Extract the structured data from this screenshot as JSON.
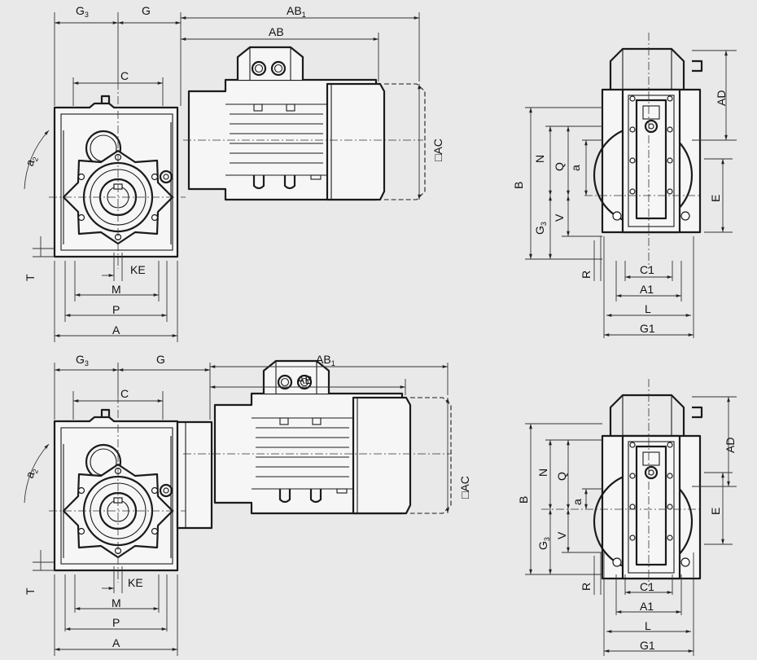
{
  "drawings": [
    {
      "name": "top-pair",
      "dims": {
        "g3": "G",
        "g3_sub": "3",
        "g": "G",
        "ab1": "AB",
        "ab1_sub": "1",
        "ab": "AB",
        "c": "C",
        "ac": "□AC",
        "a2": "a",
        "a2_sub": "2",
        "t": "T",
        "ke": "KE",
        "m": "M",
        "p": "P",
        "a": "A",
        "b": "B",
        "n": "N",
        "q": "Q",
        "a_small": "a",
        "v": "V",
        "g3s": "G",
        "g3s_sub": "3",
        "ad": "AD",
        "e": "E",
        "r": "R",
        "c1": "C1",
        "a1": "A1",
        "l": "L",
        "g1": "G1"
      }
    },
    {
      "name": "bottom-pair",
      "dims": {
        "g3": "G",
        "g3_sub": "3",
        "g": "G",
        "ab1": "AB",
        "ab1_sub": "1",
        "ab": "AB",
        "c": "C",
        "ac": "□AC",
        "a2": "a",
        "a2_sub": "2",
        "t": "T",
        "ke": "KE",
        "m": "M",
        "p": "P",
        "a": "A",
        "b": "B",
        "n": "N",
        "q": "Q",
        "a_small": "a",
        "v": "V",
        "g3s": "G",
        "g3s_sub": "3",
        "ad": "AD",
        "e": "E",
        "r": "R",
        "c1": "C1",
        "a1": "A1",
        "l": "L",
        "g1": "G1"
      }
    }
  ]
}
